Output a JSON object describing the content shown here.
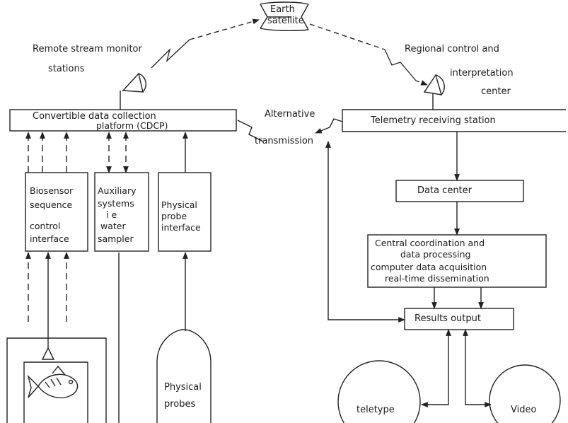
{
  "satellite": {
    "line1": "Earth",
    "line2": "satellite"
  },
  "remote_label": {
    "line1": "Remote stream monitor",
    "line2": "stations"
  },
  "regional_label": {
    "line1": "Regional control and",
    "line2": "interpretation",
    "line3": "center"
  },
  "cdcp": {
    "line1": "Convertible data collection",
    "line2": "platform (CDCP)"
  },
  "alternative": {
    "line1": "Alternative",
    "line2": "transmission"
  },
  "telemetry": {
    "label": "Telemetry receiving station"
  },
  "biosensor": {
    "line1": "Biosensor",
    "line2": "sequence",
    "line3": "control",
    "line4": "interface"
  },
  "auxiliary": {
    "line1": "Auxiliary",
    "line2": "systems",
    "line3": "i e",
    "line4": "water",
    "line5": "sampler"
  },
  "physical_probe_interface": {
    "line1": "Physical",
    "line2": "probe",
    "line3": "interface"
  },
  "data_center": {
    "label": "Data center"
  },
  "central": {
    "line1": "Central coordination and",
    "line2": "data processing",
    "line3": "computer data acquisition",
    "line4": "real-time dissemination"
  },
  "results": {
    "label": "Results output"
  },
  "physical_probes": {
    "line1": "Physical",
    "line2": "probes"
  },
  "teletype": {
    "label": "teletype"
  },
  "video": {
    "label": "Video"
  },
  "colors": {
    "ink": "#1a1a1a",
    "background": "#ffffff"
  }
}
